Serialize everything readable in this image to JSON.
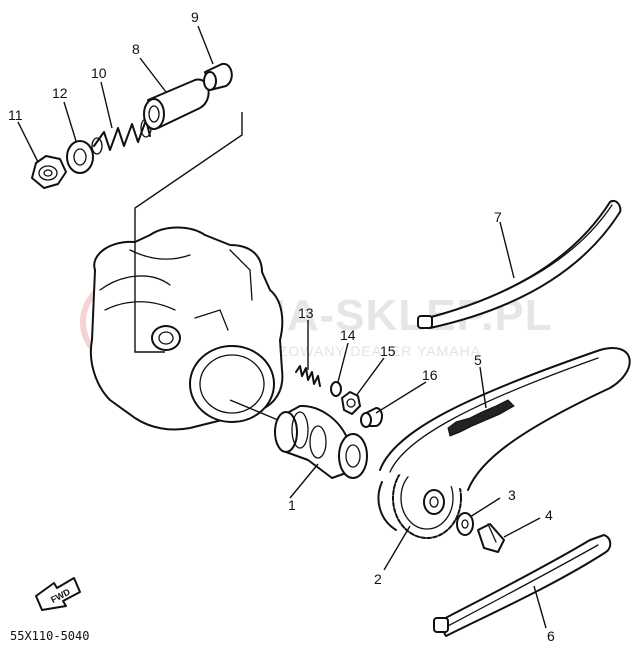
{
  "diagram": {
    "drawing_code": "55X110-5040",
    "fwd_label": "FWD",
    "watermark": {
      "title": "YAMA-SKLEP.PL",
      "subtitle": "AUTORYZOWANY DEALER YAMAHA"
    },
    "callouts": [
      "1",
      "2",
      "3",
      "4",
      "5",
      "6",
      "7",
      "8",
      "9",
      "10",
      "11",
      "12",
      "13",
      "14",
      "15",
      "16"
    ]
  }
}
